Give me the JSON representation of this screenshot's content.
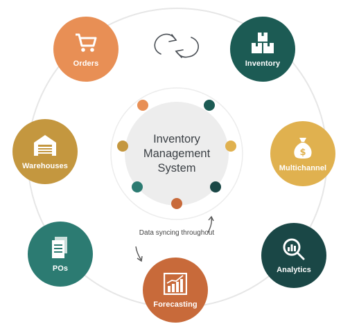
{
  "center": {
    "title": "Inventory Management System"
  },
  "caption": "Data syncing throughout",
  "colors": {
    "orange": "#e88f55",
    "dark_green": "#1c5b54",
    "gold": "#e0b14f",
    "dark_teal": "#1a4746",
    "rust": "#c86a3a",
    "teal": "#2c7b72",
    "mustard": "#c4973f",
    "ring": "#e4e4e4",
    "disc": "#ededed"
  },
  "nodes": [
    {
      "id": "orders",
      "label": "Orders",
      "icon": "cart-icon",
      "color": "#e88f55"
    },
    {
      "id": "inventory",
      "label": "Inventory",
      "icon": "boxes-icon",
      "color": "#1c5b54"
    },
    {
      "id": "multichannel",
      "label": "Multichannel",
      "icon": "money-bag-icon",
      "color": "#e0b14f"
    },
    {
      "id": "analytics",
      "label": "Analytics",
      "icon": "magnifier-chart-icon",
      "color": "#1a4746"
    },
    {
      "id": "forecasting",
      "label": "Forecasting",
      "icon": "bar-chart-icon",
      "color": "#c86a3a"
    },
    {
      "id": "pos",
      "label": "POs",
      "icon": "document-icon",
      "color": "#2c7b72"
    },
    {
      "id": "warehouses",
      "label": "Warehouses",
      "icon": "warehouse-icon",
      "color": "#c4973f"
    }
  ]
}
